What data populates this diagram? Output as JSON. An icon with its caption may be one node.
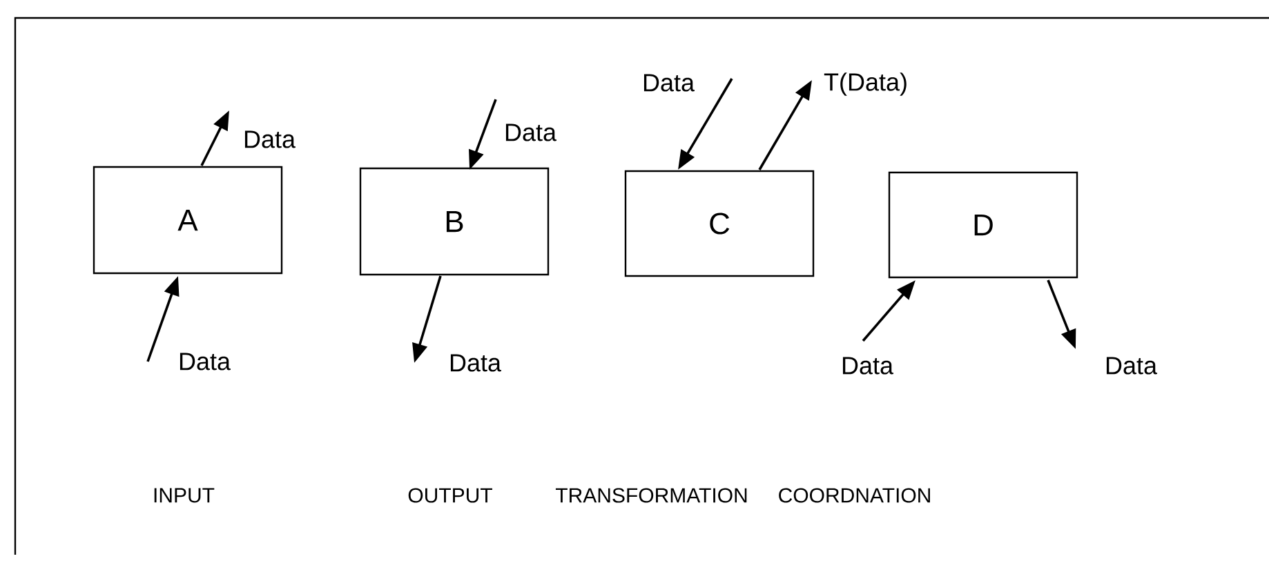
{
  "diagram": {
    "nodes": [
      {
        "text": [
          "A"
        ]
      },
      {
        "text": [
          "B"
        ]
      },
      {
        "text": [
          "C"
        ]
      },
      {
        "text": [
          "D"
        ]
      },
      {
        "text": [
          "Data"
        ]
      },
      {
        "text": [
          "Data"
        ]
      },
      {
        "text": [
          "Data"
        ]
      },
      {
        "text": [
          "Data"
        ]
      },
      {
        "text": [
          "Data"
        ]
      },
      {
        "text": [
          "T(Data)"
        ]
      },
      {
        "text": [
          "Data"
        ]
      },
      {
        "text": [
          "Data"
        ]
      }
    ],
    "edges": [
      {
        "from": 0,
        "to": 4,
        "arrow": "to"
      },
      {
        "from": 5,
        "to": 0,
        "arrow": "to"
      },
      {
        "from": 6,
        "to": 1,
        "arrow": "to"
      },
      {
        "from": 1,
        "to": 7,
        "arrow": "to"
      },
      {
        "from": 8,
        "to": 2,
        "arrow": "to"
      },
      {
        "from": 2,
        "to": 9,
        "arrow": "to"
      },
      {
        "from": 10,
        "to": 3,
        "arrow": "to"
      },
      {
        "from": 3,
        "to": 11,
        "arrow": "to"
      }
    ],
    "labels": [
      "INPUT",
      "OUTPUT",
      "TRANSFORMATION",
      "COORDNATION"
    ]
  }
}
